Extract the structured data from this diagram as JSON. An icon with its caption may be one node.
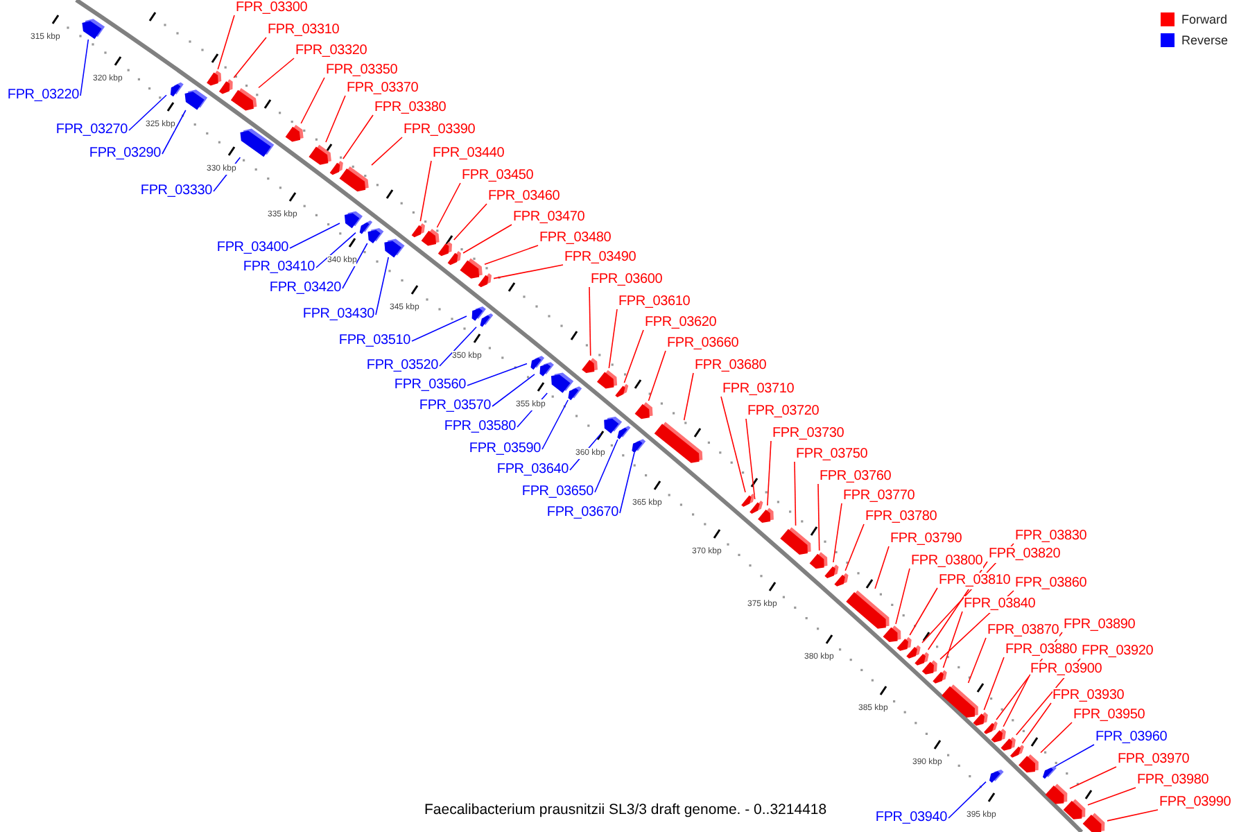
{
  "diagram": {
    "caption": "Faecalibacterium prausnitzii SL3/3 draft genome. - 0..3214418",
    "nodes": [
      {
        "text": [
          "FPR_03300"
        ]
      },
      {
        "text": [
          "FPR_03310"
        ]
      },
      {
        "text": [
          "FPR_03320"
        ]
      },
      {
        "text": [
          "FPR_03350"
        ]
      },
      {
        "text": [
          "FPR_03370"
        ]
      },
      {
        "text": [
          "FPR_03220"
        ]
      },
      {
        "text": [
          "FPR_03380"
        ]
      },
      {
        "text": [
          "FPR_03390"
        ]
      },
      {
        "text": [
          "FPR_03270"
        ]
      },
      {
        "text": [
          "FPR_03440"
        ]
      },
      {
        "text": [
          "FPR_03290"
        ]
      },
      {
        "text": [
          "FPR_03450"
        ]
      },
      {
        "text": [
          "FPR_03330"
        ]
      },
      {
        "text": [
          "FPR_03460"
        ]
      },
      {
        "text": [
          "FPR_03470"
        ]
      },
      {
        "text": [
          "FPR_03480"
        ]
      },
      {
        "text": [
          "FPR_03400"
        ]
      },
      {
        "text": [
          "FPR_03490"
        ]
      },
      {
        "text": [
          "FPR_03410"
        ]
      },
      {
        "text": [
          "FPR_03600"
        ]
      },
      {
        "text": [
          "FPR_03420"
        ]
      },
      {
        "text": [
          "FPR_03610"
        ]
      },
      {
        "text": [
          "FPR_03430"
        ]
      },
      {
        "text": [
          "FPR_03620"
        ]
      },
      {
        "text": [
          "FPR_03510"
        ]
      },
      {
        "text": [
          "FPR_03660"
        ]
      },
      {
        "text": [
          "FPR_03680"
        ]
      },
      {
        "text": [
          "FPR_03520"
        ]
      },
      {
        "text": [
          "FPR_03560"
        ]
      },
      {
        "text": [
          "FPR_03710"
        ]
      },
      {
        "text": [
          "FPR_03570"
        ]
      },
      {
        "text": [
          "FPR_03720"
        ]
      },
      {
        "text": [
          "FPR_03580"
        ]
      },
      {
        "text": [
          "FPR_03730"
        ]
      },
      {
        "text": [
          "FPR_03590"
        ]
      },
      {
        "text": [
          "FPR_03750"
        ]
      },
      {
        "text": [
          "FPR_03640"
        ]
      },
      {
        "text": [
          "FPR_03760"
        ]
      },
      {
        "text": [
          "FPR_03650"
        ]
      },
      {
        "text": [
          "FPR_03770"
        ]
      },
      {
        "text": [
          "FPR_03670"
        ]
      },
      {
        "text": [
          "FPR_03780"
        ]
      },
      {
        "text": [
          "FPR_03830"
        ]
      },
      {
        "text": [
          "FPR_03790"
        ]
      },
      {
        "text": [
          "FPR_03820"
        ]
      },
      {
        "text": [
          "FPR_03800"
        ]
      },
      {
        "text": [
          "FPR_03810"
        ]
      },
      {
        "text": [
          "FPR_03860"
        ]
      },
      {
        "text": [
          "FPR_03840"
        ]
      },
      {
        "text": [
          "FPR_03890"
        ]
      },
      {
        "text": [
          "FPR_03870"
        ]
      },
      {
        "text": [
          "FPR_03880"
        ]
      },
      {
        "text": [
          "FPR_03920"
        ]
      },
      {
        "text": [
          "FPR_03900"
        ]
      },
      {
        "text": [
          "FPR_03930"
        ]
      },
      {
        "text": [
          "FPR_03950"
        ]
      },
      {
        "text": [
          "FPR_03960"
        ]
      },
      {
        "text": [
          "FPR_03970"
        ]
      },
      {
        "text": [
          "FPR_03980"
        ]
      },
      {
        "text": [
          "FPR_03990"
        ]
      },
      {
        "text": [
          "FPR_03940"
        ]
      },
      {
        "text": [],
        "shape": "bar"
      },
      {
        "text": [],
        "shape": "bar"
      },
      {
        "text": [],
        "shape": "bar"
      },
      {
        "text": [],
        "shape": "bar"
      },
      {
        "text": [],
        "shape": "bar"
      },
      {
        "text": [],
        "shape": "bar"
      },
      {
        "text": [],
        "shape": "bar"
      },
      {
        "text": [],
        "shape": "bar"
      },
      {
        "text": [],
        "shape": "bar"
      },
      {
        "text": [],
        "shape": "bar"
      },
      {
        "text": [],
        "shape": "bar"
      },
      {
        "text": [],
        "shape": "bar"
      },
      {
        "text": [],
        "shape": "bar"
      },
      {
        "text": [],
        "shape": "bar"
      },
      {
        "text": [],
        "shape": "bar"
      },
      {
        "text": [],
        "shape": "bar"
      },
      {
        "text": [],
        "shape": "bar"
      },
      {
        "text": [],
        "shape": "bar"
      },
      {
        "text": [],
        "shape": "bar"
      },
      {
        "text": [],
        "shape": "bar"
      },
      {
        "text": [],
        "shape": "bar"
      },
      {
        "text": [],
        "shape": "bar"
      },
      {
        "text": [],
        "shape": "bar"
      },
      {
        "text": [],
        "shape": "bar"
      },
      {
        "text": [],
        "shape": "bar"
      },
      {
        "text": [],
        "shape": "bar"
      },
      {
        "text": [],
        "shape": "bar"
      },
      {
        "text": [],
        "shape": "bar"
      },
      {
        "text": [],
        "shape": "bar"
      },
      {
        "text": [],
        "shape": "bar"
      },
      {
        "text": [],
        "shape": "bar"
      },
      {
        "text": [],
        "shape": "bar"
      },
      {
        "text": [],
        "shape": "bar"
      },
      {
        "text": [],
        "shape": "bar"
      },
      {
        "text": [],
        "shape": "bar"
      },
      {
        "text": [],
        "shape": "bar"
      },
      {
        "text": [],
        "shape": "bar"
      },
      {
        "text": [],
        "shape": "bar"
      },
      {
        "text": [],
        "shape": "bar"
      },
      {
        "text": [],
        "shape": "bar"
      },
      {
        "text": [],
        "shape": "bar"
      },
      {
        "text": [],
        "shape": "bar"
      },
      {
        "text": [],
        "shape": "bar"
      },
      {
        "text": [],
        "shape": "bar"
      },
      {
        "text": [],
        "shape": "bar"
      },
      {
        "text": [],
        "shape": "bar"
      },
      {
        "text": [],
        "shape": "bar"
      },
      {
        "text": [],
        "shape": "bar"
      },
      {
        "text": [],
        "shape": "bar"
      },
      {
        "text": [],
        "shape": "bar"
      },
      {
        "text": [],
        "shape": "bar"
      },
      {
        "text": [],
        "shape": "bar"
      },
      {
        "text": [],
        "shape": "bar"
      },
      {
        "text": [],
        "shape": "bar"
      },
      {
        "text": [],
        "shape": "bar"
      },
      {
        "text": [],
        "shape": "bar"
      },
      {
        "text": [],
        "shape": "bar"
      },
      {
        "text": [],
        "shape": "bar"
      },
      {
        "text": [],
        "shape": "bar"
      },
      {
        "text": [],
        "shape": "bar"
      },
      {
        "text": [],
        "shape": "bar"
      }
    ],
    "edges": [
      {
        "from": 0,
        "to": 61,
        "arrow": "none"
      },
      {
        "from": 1,
        "to": 62,
        "arrow": "none"
      },
      {
        "from": 2,
        "to": 63,
        "arrow": "none"
      },
      {
        "from": 3,
        "to": 64,
        "arrow": "none"
      },
      {
        "from": 4,
        "to": 65,
        "arrow": "none"
      },
      {
        "from": 5,
        "to": 66,
        "arrow": "none",
        "color": "#0000ff"
      },
      {
        "from": 6,
        "to": 67,
        "arrow": "none"
      },
      {
        "from": 7,
        "to": 68,
        "arrow": "none"
      },
      {
        "from": 8,
        "to": 69,
        "arrow": "none",
        "color": "#0000ff"
      },
      {
        "from": 9,
        "to": 70,
        "arrow": "none"
      },
      {
        "from": 10,
        "to": 71,
        "arrow": "none",
        "color": "#0000ff"
      },
      {
        "from": 11,
        "to": 72,
        "arrow": "none"
      },
      {
        "from": 12,
        "to": 73,
        "arrow": "none",
        "color": "#0000ff"
      },
      {
        "from": 13,
        "to": 74,
        "arrow": "none"
      },
      {
        "from": 14,
        "to": 75,
        "arrow": "none"
      },
      {
        "from": 15,
        "to": 76,
        "arrow": "none"
      },
      {
        "from": 16,
        "to": 77,
        "arrow": "none",
        "color": "#0000ff"
      },
      {
        "from": 17,
        "to": 78,
        "arrow": "none"
      },
      {
        "from": 18,
        "to": 79,
        "arrow": "none",
        "color": "#0000ff"
      },
      {
        "from": 19,
        "to": 80,
        "arrow": "none"
      },
      {
        "from": 20,
        "to": 81,
        "arrow": "none",
        "color": "#0000ff"
      },
      {
        "from": 21,
        "to": 82,
        "arrow": "none"
      },
      {
        "from": 22,
        "to": 83,
        "arrow": "none",
        "color": "#0000ff"
      },
      {
        "from": 23,
        "to": 84,
        "arrow": "none"
      },
      {
        "from": 24,
        "to": 85,
        "arrow": "none",
        "color": "#0000ff"
      },
      {
        "from": 25,
        "to": 86,
        "arrow": "none"
      },
      {
        "from": 26,
        "to": 87,
        "arrow": "none"
      },
      {
        "from": 27,
        "to": 88,
        "arrow": "none",
        "color": "#0000ff"
      },
      {
        "from": 28,
        "to": 89,
        "arrow": "none",
        "color": "#0000ff"
      },
      {
        "from": 29,
        "to": 90,
        "arrow": "none"
      },
      {
        "from": 30,
        "to": 91,
        "arrow": "none",
        "color": "#0000ff"
      },
      {
        "from": 31,
        "to": 92,
        "arrow": "none"
      },
      {
        "from": 32,
        "to": 93,
        "arrow": "none",
        "color": "#0000ff"
      },
      {
        "from": 33,
        "to": 94,
        "arrow": "none"
      },
      {
        "from": 34,
        "to": 95,
        "arrow": "none",
        "color": "#0000ff"
      },
      {
        "from": 35,
        "to": 96,
        "arrow": "none"
      },
      {
        "from": 36,
        "to": 97,
        "arrow": "none",
        "color": "#0000ff"
      },
      {
        "from": 37,
        "to": 98,
        "arrow": "none"
      },
      {
        "from": 38,
        "to": 99,
        "arrow": "none",
        "color": "#0000ff"
      },
      {
        "from": 39,
        "to": 100,
        "arrow": "none"
      },
      {
        "from": 40,
        "to": 101,
        "arrow": "none",
        "color": "#0000ff"
      },
      {
        "from": 41,
        "to": 102,
        "arrow": "none"
      },
      {
        "from": 42,
        "to": 103,
        "arrow": "none"
      },
      {
        "from": 43,
        "to": 104,
        "arrow": "none"
      },
      {
        "from": 44,
        "to": 105,
        "arrow": "none"
      },
      {
        "from": 45,
        "to": 106,
        "arrow": "none"
      },
      {
        "from": 46,
        "to": 107,
        "arrow": "none"
      },
      {
        "from": 47,
        "to": 108,
        "arrow": "none"
      },
      {
        "from": 48,
        "to": 109,
        "arrow": "none"
      },
      {
        "from": 49,
        "to": 110,
        "arrow": "none"
      },
      {
        "from": 50,
        "to": 111,
        "arrow": "none"
      },
      {
        "from": 51,
        "to": 112,
        "arrow": "none"
      },
      {
        "from": 52,
        "to": 113,
        "arrow": "none"
      },
      {
        "from": 53,
        "to": 114,
        "arrow": "none"
      },
      {
        "from": 54,
        "to": 115,
        "arrow": "none"
      },
      {
        "from": 55,
        "to": 116,
        "arrow": "none"
      },
      {
        "from": 56,
        "to": 117,
        "arrow": "none",
        "color": "#0000ff"
      },
      {
        "from": 57,
        "to": 118,
        "arrow": "none"
      },
      {
        "from": 58,
        "to": 119,
        "arrow": "none"
      },
      {
        "from": 59,
        "to": 120,
        "arrow": "none"
      },
      {
        "from": 60,
        "to": 121,
        "arrow": "none",
        "color": "#0000ff"
      }
    ],
    "labels": [
      "315 kbp",
      "320 kbp",
      "325 kbp",
      "330 kbp",
      "335 kbp",
      "340 kbp",
      "345 kbp",
      "350 kbp",
      "355 kbp",
      "360 kbp",
      "365 kbp",
      "370 kbp",
      "375 kbp",
      "380 kbp",
      "385 kbp",
      "390 kbp",
      "395 kbp"
    ],
    "legend": [
      {
        "text": "Forward",
        "color": "#ff0000"
      },
      {
        "text": "Reverse",
        "color": "#0000ff"
      }
    ]
  }
}
